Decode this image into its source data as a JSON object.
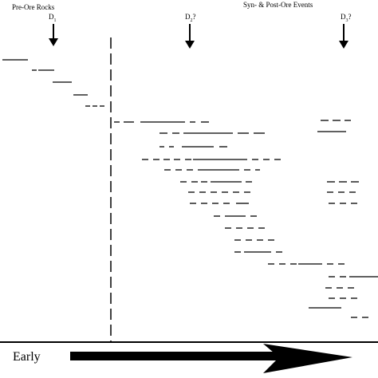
{
  "header": {
    "pre_ore": "Pre-Ore Rocks",
    "syn_post": "Syn- & Post-Ore Events"
  },
  "deformation": {
    "d1": {
      "letter": "D",
      "sub": "1",
      "suffix": ""
    },
    "d2": {
      "letter": "D",
      "sub": "2",
      "suffix": "?"
    },
    "d3": {
      "letter": "D",
      "sub": "3",
      "suffix": "?"
    }
  },
  "timeline": {
    "early_label": "Early",
    "arrow_icon": "right-arrow-icon"
  },
  "colors": {
    "ink": "#000000",
    "background": "#ffffff"
  }
}
